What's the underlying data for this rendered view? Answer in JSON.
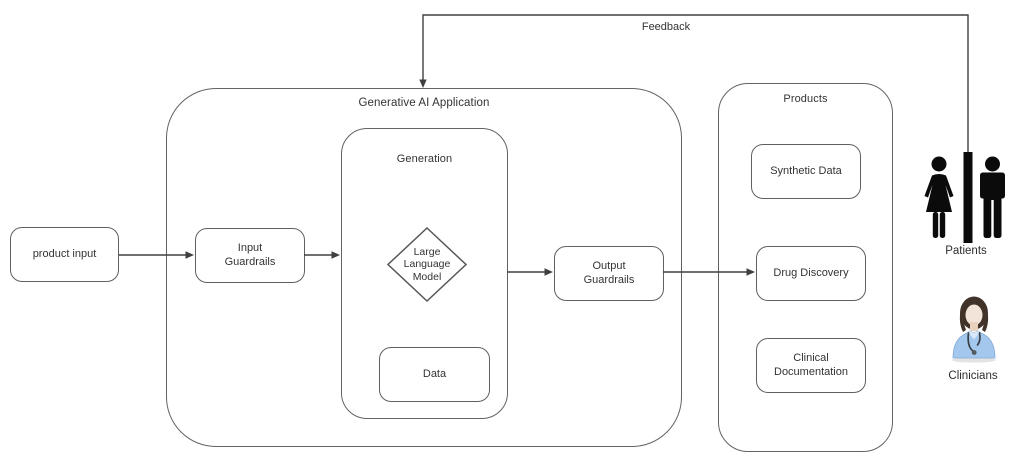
{
  "feedback": {
    "label": "Feedback"
  },
  "containers": {
    "generative_ai_application": {
      "label": "Generative AI Application"
    },
    "generation": {
      "label": "Generation"
    },
    "products": {
      "label": "Products"
    }
  },
  "nodes": {
    "product_input": {
      "label": "product input"
    },
    "input_guardrails": {
      "label": "Input\nGuardrails"
    },
    "llm": {
      "label": "Large\nLanguage\nModel"
    },
    "data": {
      "label": "Data"
    },
    "output_guardrails": {
      "label": "Output\nGuardrails"
    },
    "synthetic_data": {
      "label": "Synthetic Data"
    },
    "drug_discovery": {
      "label": "Drug Discovery"
    },
    "clinical_documentation": {
      "label": "Clinical\nDocumentation"
    }
  },
  "actors": {
    "patients": {
      "label": "Patients"
    },
    "clinicians": {
      "label": "Clinicians"
    }
  },
  "colors": {
    "line": "#404040",
    "border": "#606060",
    "text": "#333333",
    "patients_icon": "#0b0b0b",
    "clinician_scrubs": "#a4c7ed",
    "clinician_hair": "#42332a",
    "clinician_skin": "#f2e4d8"
  }
}
